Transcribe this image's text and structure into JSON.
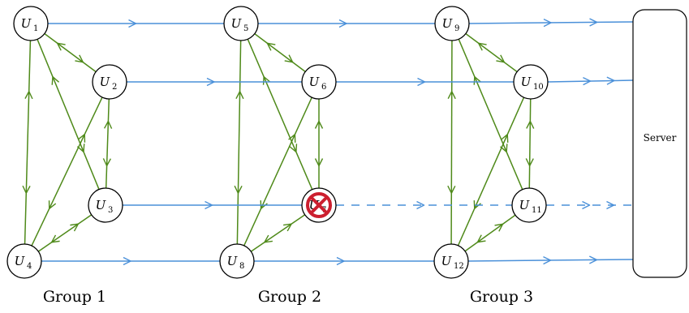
{
  "colors": {
    "uplink": "#4a90d9",
    "intra": "#4f8a1a",
    "failure": "#cc1f2f",
    "node_stroke": "#000000"
  },
  "nodes": [
    {
      "id": "U1",
      "base": "U",
      "sub": "1"
    },
    {
      "id": "U2",
      "base": "U",
      "sub": "2"
    },
    {
      "id": "U3",
      "base": "U",
      "sub": "3"
    },
    {
      "id": "U4",
      "base": "U",
      "sub": "4"
    },
    {
      "id": "U5",
      "base": "U",
      "sub": "5"
    },
    {
      "id": "U6",
      "base": "U",
      "sub": "6"
    },
    {
      "id": "U7",
      "base": "U",
      "sub": "7",
      "failed": true
    },
    {
      "id": "U8",
      "base": "U",
      "sub": "8"
    },
    {
      "id": "U9",
      "base": "U",
      "sub": "9"
    },
    {
      "id": "U10",
      "base": "U",
      "sub": "10"
    },
    {
      "id": "U11",
      "base": "U",
      "sub": "11"
    },
    {
      "id": "U12",
      "base": "U",
      "sub": "12"
    }
  ],
  "groups": [
    {
      "label": "Group 1"
    },
    {
      "label": "Group 2"
    },
    {
      "label": "Group 3"
    }
  ],
  "server": {
    "label": "Server"
  },
  "failure_icon": "crossed-circle-icon"
}
